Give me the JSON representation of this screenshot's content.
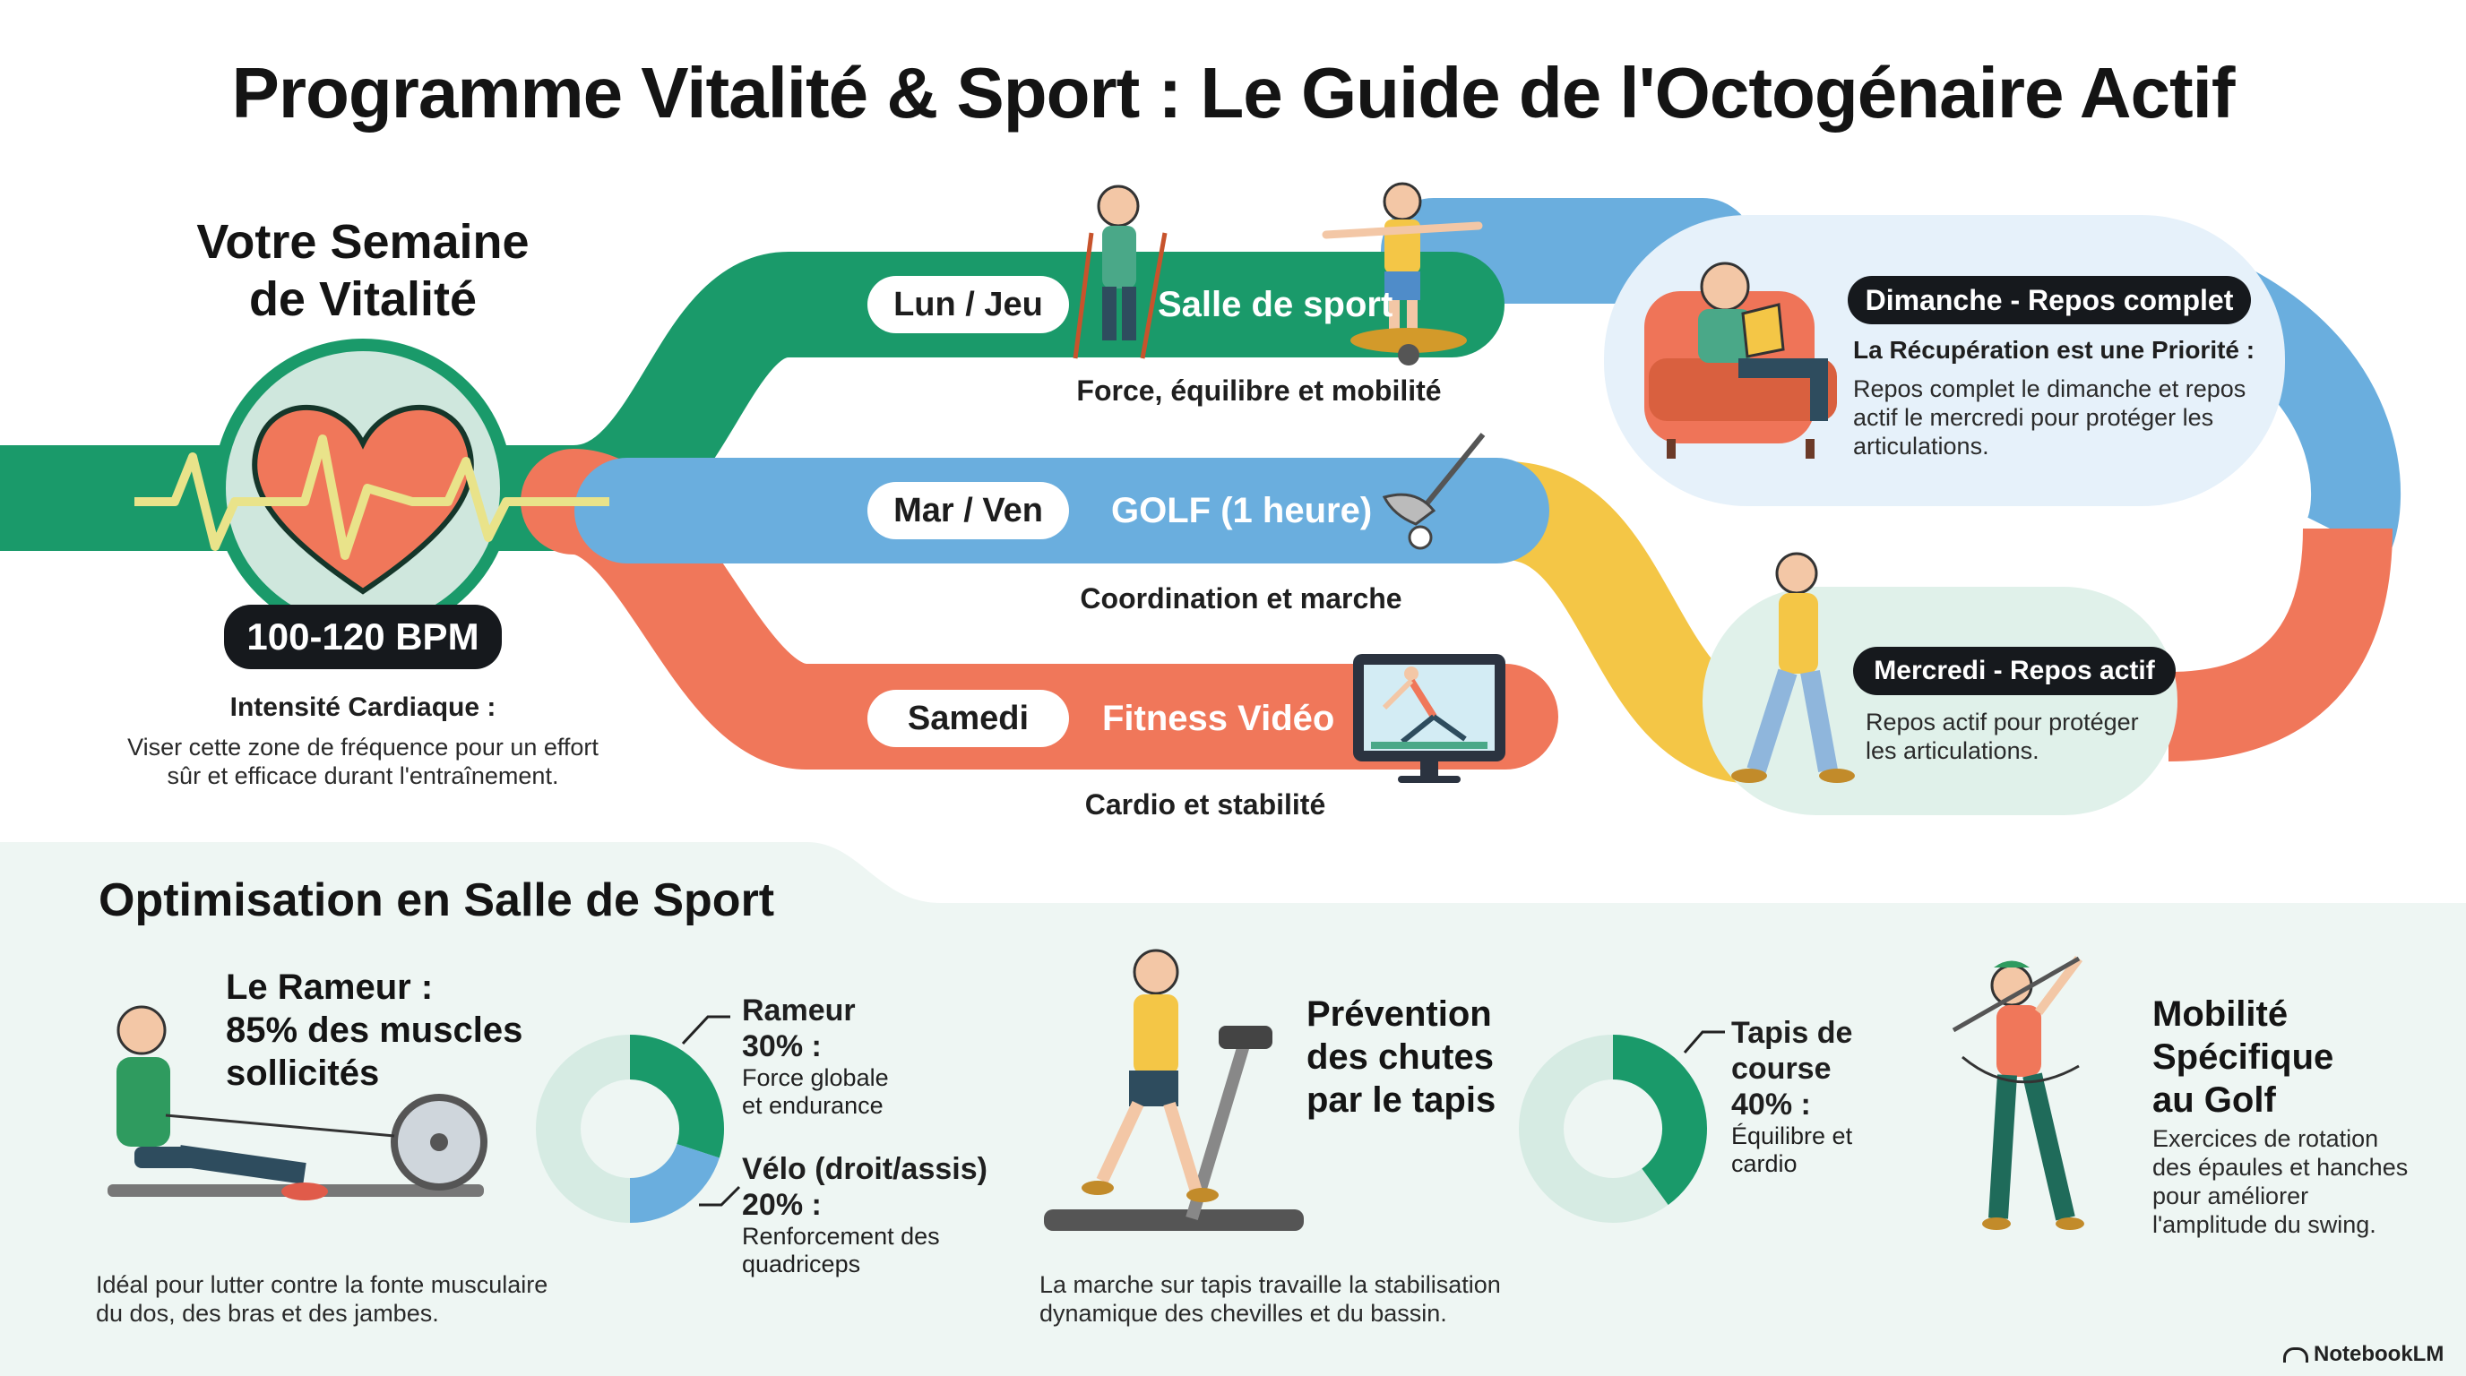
{
  "title": "Programme Vitalité & Sport :  Le Guide de l'Octogénaire Actif",
  "week": {
    "heading_line1": "Votre Semaine",
    "heading_line2": "de Vitalité",
    "bpm": "100-120 BPM",
    "intensity_label": "Intensité Cardiaque :",
    "intensity_desc_line1": "Viser cette zone de fréquence pour un effort",
    "intensity_desc_line2": "sûr et efficace durant l'entraînement."
  },
  "schedule": [
    {
      "days": "Lun / Jeu",
      "activity": "Salle de sport",
      "caption": "Force, équilibre et mobilité",
      "color": "#1a9a6a"
    },
    {
      "days": "Mar / Ven",
      "activity": "GOLF (1 heure)",
      "caption": "Coordination et marche",
      "color": "#6aaede"
    },
    {
      "days": "Samedi",
      "activity": "Fitness Vidéo",
      "caption": "Cardio et stabilité",
      "color": "#f0775a"
    }
  ],
  "rest": {
    "sunday": {
      "label": "Dimanche - Repos complet",
      "heading": "La Récupération est une Priorité :",
      "desc_line1": "Repos complet le dimanche et repos",
      "desc_line2": "actif le mercredi pour protéger les",
      "desc_line3": "articulations."
    },
    "wednesday": {
      "label": "Mercredi - Repos actif",
      "desc_line1": "Repos actif pour protéger",
      "desc_line2": "les articulations."
    }
  },
  "gym": {
    "heading": "Optimisation en Salle de Sport",
    "rower": {
      "title_line1": "Le Rameur :",
      "title_line2": "85% des muscles",
      "title_line3": "sollicités",
      "desc_line1": "Idéal pour lutter contre la fonte musculaire",
      "desc_line2": "du dos, des bras et des jambes."
    },
    "donut1": {
      "segments": [
        {
          "name": "Rameur",
          "value": 30,
          "color": "#1a9a6a"
        },
        {
          "name": "Vélo (droit/assis)",
          "value": 20,
          "color": "#6aaede"
        }
      ],
      "rest_color": "#d6ebe3",
      "label1_name": "Rameur",
      "label1_pct": "30% :",
      "label1_desc_line1": "Force globale",
      "label1_desc_line2": "et endurance",
      "label2_name": "Vélo (droit/assis)",
      "label2_pct": "20% :",
      "label2_desc_line1": "Renforcement des",
      "label2_desc_line2": "quadriceps"
    },
    "treadmill": {
      "title_line1": "Prévention",
      "title_line2": "des chutes",
      "title_line3": "par le tapis",
      "desc_line1": "La marche sur tapis travaille la stabilisation",
      "desc_line2": "dynamique des chevilles et du bassin."
    },
    "donut2": {
      "segments": [
        {
          "name": "Tapis de course",
          "value": 40,
          "color": "#1a9a6a"
        }
      ],
      "rest_color": "#d6ebe3",
      "label_name_line1": "Tapis de",
      "label_name_line2": "course",
      "label_pct": "40% :",
      "label_desc_line1": "Équilibre et",
      "label_desc_line2": "cardio"
    },
    "golf": {
      "title_line1": "Mobilité",
      "title_line2": "Spécifique",
      "title_line3": "au Golf",
      "desc_line1": "Exercices de rotation",
      "desc_line2": "des épaules et hanches",
      "desc_line3": "pour améliorer",
      "desc_line4": "l'amplitude du swing."
    }
  },
  "brand": "NotebookLM",
  "colors": {
    "green": "#1a9a6a",
    "blue": "#6aaede",
    "coral": "#f0775a",
    "yellow": "#f4c646",
    "mint_bg": "#eef6f3"
  }
}
